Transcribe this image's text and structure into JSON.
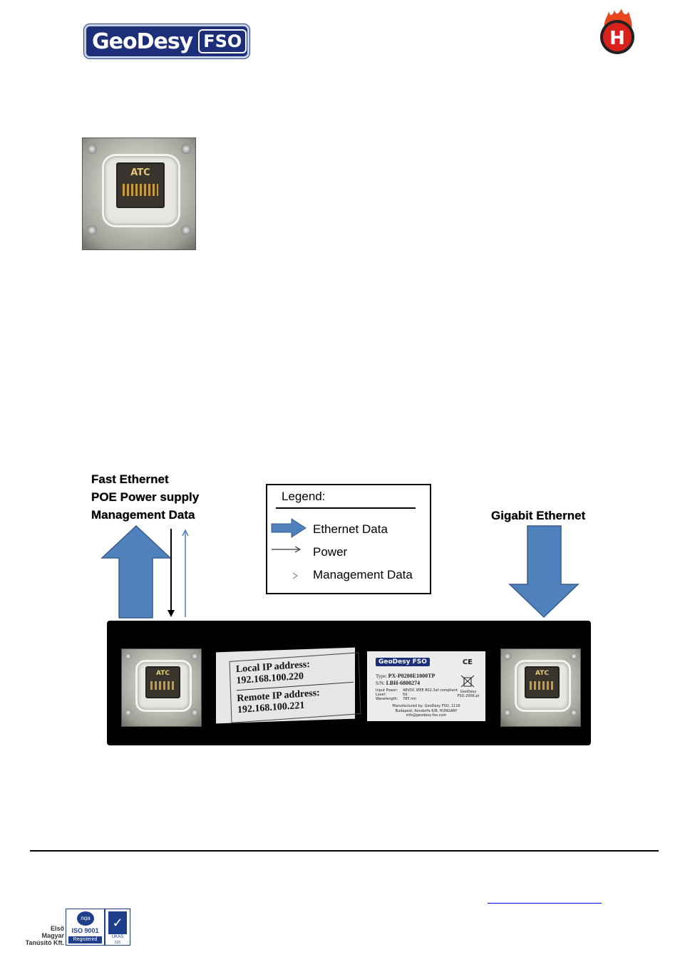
{
  "header": {
    "logo_word": "GeoDesy",
    "logo_fso": "FSO",
    "badge_letter": "H"
  },
  "connector_photo": {
    "chip_text": "ATC",
    "plate_text": "VS-RJ45-IP67"
  },
  "diagram": {
    "left_labels": [
      "Fast Ethernet",
      "POE Power supply",
      "Management Data"
    ],
    "right_label": "Gigabit Ethernet",
    "legend": {
      "title": "Legend:",
      "items": [
        {
          "icon": "big-arrow-icon",
          "label": "Ethernet Data",
          "color": "#4f81bd"
        },
        {
          "icon": "thin-arrow-icon",
          "label": "Power",
          "color": "#000000"
        },
        {
          "icon": "chevron-icon",
          "label": "Management Data",
          "color": "#4f81bd"
        }
      ]
    },
    "ip_label": {
      "local_title": "Local IP address:",
      "local_ip": "192.168.100.220",
      "remote_title": "Remote IP address:",
      "remote_ip": "192.168.100.221"
    },
    "type_label": {
      "brand": "GeoDesy FSO",
      "ce": "CE",
      "type_key": "Type:",
      "type_val": "PX-P0200E1000TP",
      "sn_key": "S/N:",
      "sn_val": "LBH-6800274",
      "input_power": "Input Power:",
      "input_power_val": "48VDC IEEE 802.3af compliant",
      "laser": "Laser:",
      "laser_val": "5d",
      "wavelength": "Wavelength:",
      "wavelength_val": "785 nm",
      "weee": "GeoDesy FSO 2006.pt",
      "manufactured": "Manufactured by: GeoDesy FSO, 1116",
      "address": "Budapest, Kondorfa 6/B, HUNGARY",
      "email": "info@geodesy-fso.com"
    }
  },
  "footer": {
    "cert_lines": [
      "Első",
      "Magyar",
      "Tanúsító Kft."
    ],
    "iso_logo": "nqa",
    "iso_text": "ISO 9001",
    "iso_reg": "Registered",
    "ukas_text": "UKAS",
    "ukas_num": "015"
  },
  "colors": {
    "brand_blue": "#1e2f7a",
    "arrow_blue": "#4f81bd",
    "arrow_border": "#385d8a",
    "badge_red": "#d9221c"
  }
}
